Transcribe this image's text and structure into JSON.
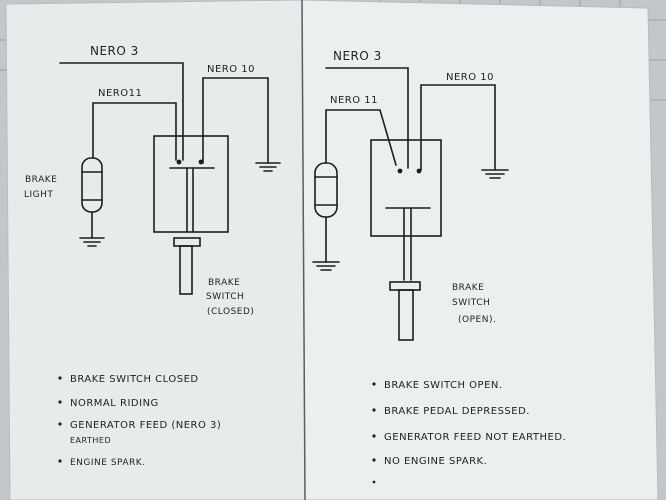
{
  "left": {
    "labels": {
      "nero3": "NERO 3",
      "nero10": "NERO 10",
      "nero11": "NERO11",
      "brake_light_line1": "BRAKE",
      "brake_light_line2": "LIGHT",
      "switch_line1": "BRAKE",
      "switch_line2": "SWITCH",
      "switch_state": "(CLOSED)"
    },
    "notes": [
      "BRAKE SWITCH CLOSED",
      "NORMAL RIDING",
      "GENERATOR FEED (NERO 3)",
      "EARTHED",
      "ENGINE SPARK."
    ]
  },
  "right": {
    "labels": {
      "nero3": "NERO 3",
      "nero10": "NERO 10",
      "nero11": "NERO 11",
      "switch_line1": "BRAKE",
      "switch_line2": "SWITCH",
      "switch_state": "(OPEN)."
    },
    "notes": [
      "BRAKE SWITCH OPEN.",
      "BRAKE PEDAL DEPRESSED.",
      "GENERATOR FEED NOT EARTHED.",
      "NO ENGINE SPARK."
    ]
  }
}
